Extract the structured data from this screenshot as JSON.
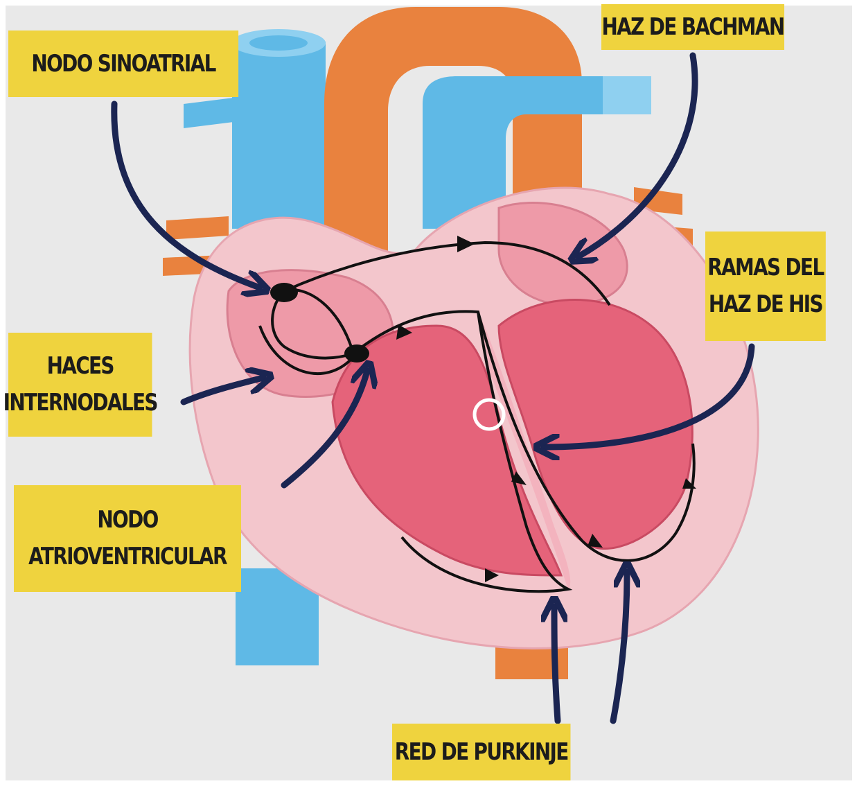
{
  "labels": {
    "sinoatrial": "NODO SINOATRIAL",
    "bachman": "HAZ DE BACHMAN",
    "ramas_line1": "RAMAS DEL",
    "ramas_line2": "HAZ DE HIS",
    "haces_line1": "HACES",
    "haces_line2": "INTERNODALES",
    "nodo_av_line1": "NODO",
    "nodo_av_line2": "ATRIOVENTRICULAR",
    "purkinje": "RED DE PURKINJE"
  },
  "colors": {
    "background": "#e9e9e9",
    "label_fill": "#efd33e",
    "arrow": "#1b2552",
    "vein_blue": "#5fb9e6",
    "aorta_orange": "#e9823e",
    "heart_outer": "#f3c6cc",
    "heart_chamber": "#e5637a",
    "conduction_path": "#111111"
  }
}
